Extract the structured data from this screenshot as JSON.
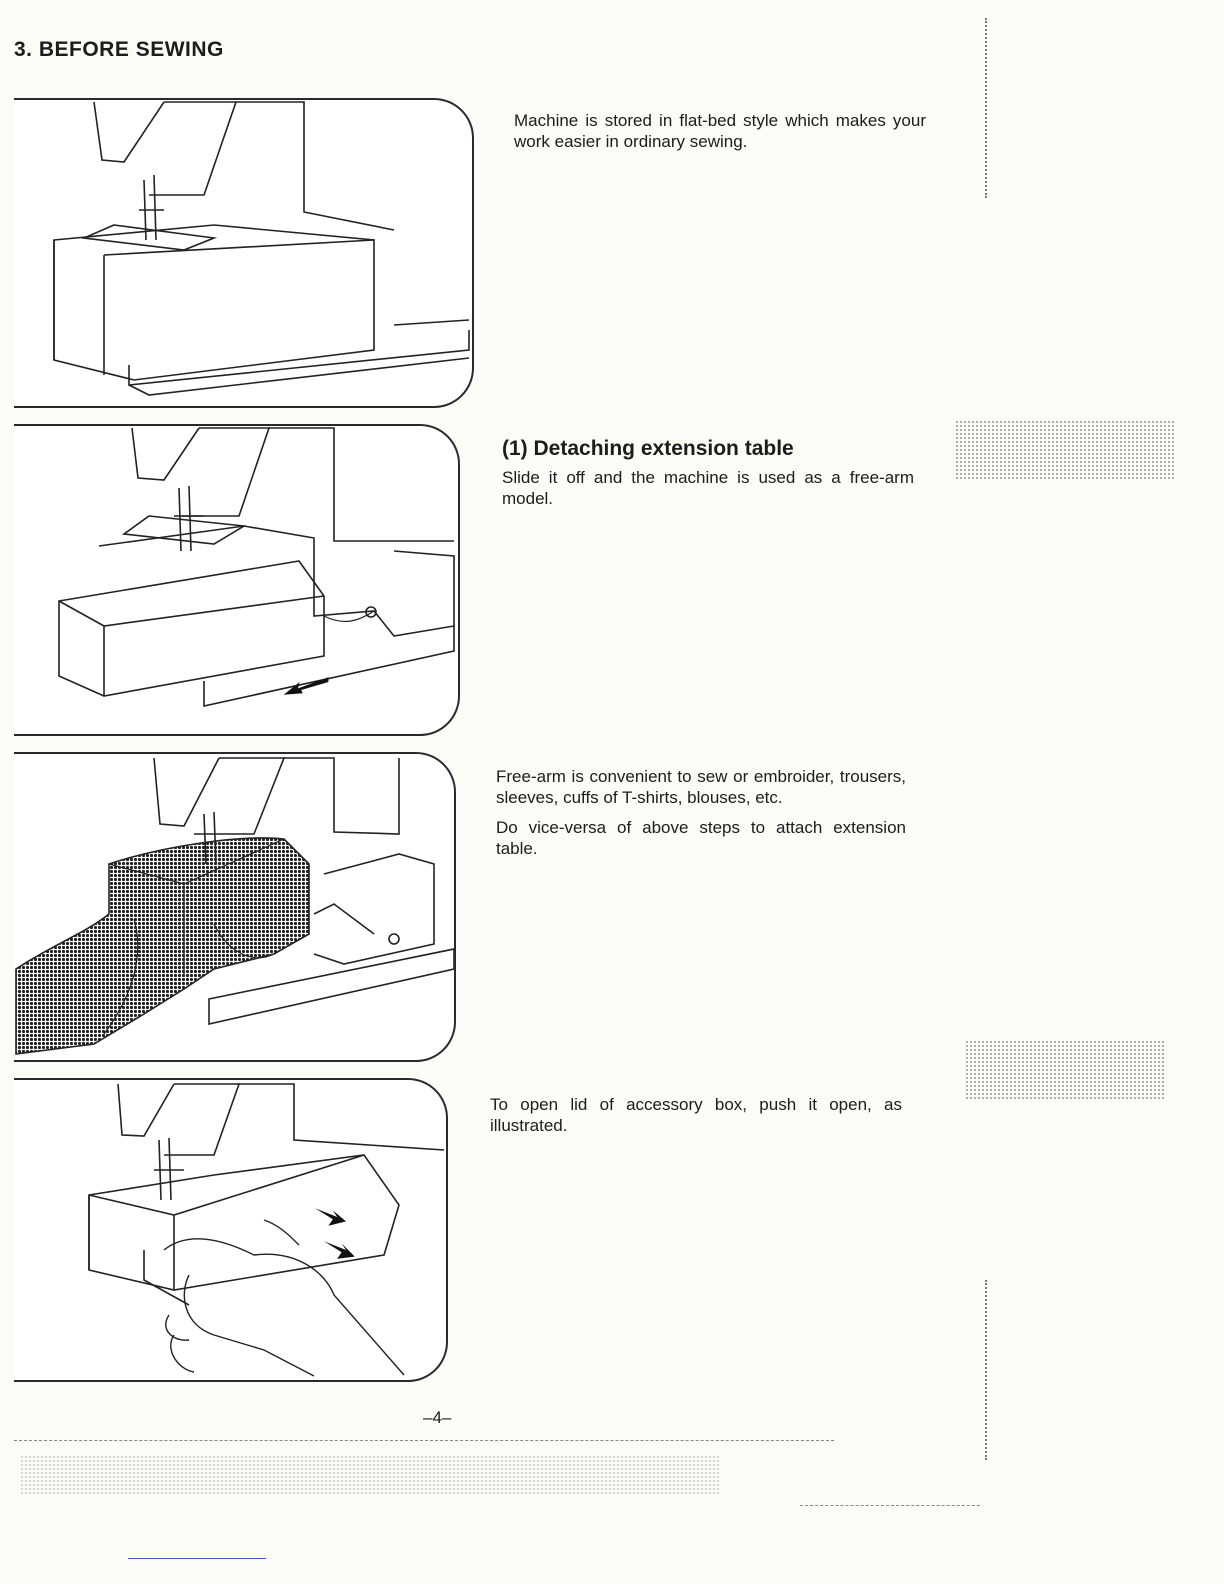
{
  "header": {
    "title": "3. BEFORE SEWING"
  },
  "sections": [
    {
      "heading": "",
      "paragraphs": [
        "Machine is stored in flat-bed style which makes your work easier in ordinary sewing."
      ]
    },
    {
      "heading": "(1) Detaching extension table",
      "paragraphs": [
        "Slide it off and the machine is used as a free-arm model."
      ]
    },
    {
      "heading": "",
      "paragraphs": [
        "Free-arm is convenient to sew or embroider, trousers, sleeves, cuffs of T-shirts, blouses, etc.",
        "Do vice-versa of above steps to attach extension table."
      ]
    },
    {
      "heading": "",
      "paragraphs": [
        "To open lid of accessory box, push it open, as illustrated."
      ]
    }
  ],
  "footer": {
    "page_number": "–4–"
  }
}
